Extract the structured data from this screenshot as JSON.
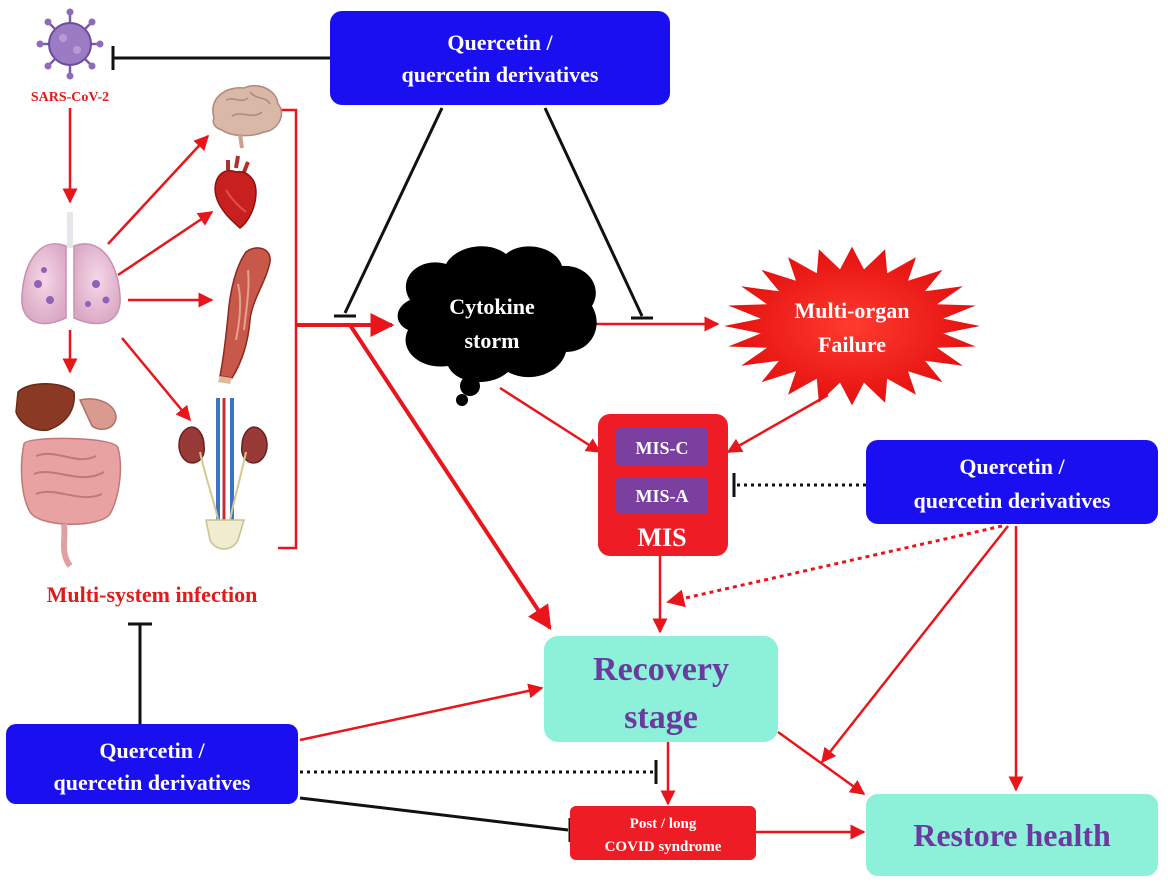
{
  "colors": {
    "inhibitor_box": "#1a0ff0",
    "activation_arrow": "#e8161b",
    "inhibition_line": "#111111",
    "mis_box": "#ee1c24",
    "mis_subbox": "#7b3fa0",
    "recovery_box": "#8df0d8",
    "recovery_text": "#6b3aa0",
    "infection_text": "#e11a1a",
    "cytokine_cloud": "#000000",
    "failure_burst": "#ee1010"
  },
  "virus": {
    "label": "SARS-CoV-2",
    "icon": "virus-icon"
  },
  "organs": [
    {
      "name": "lungs",
      "icon": "lungs-icon"
    },
    {
      "name": "brain",
      "icon": "brain-icon"
    },
    {
      "name": "heart",
      "icon": "heart-icon"
    },
    {
      "name": "muscle",
      "icon": "arm-muscle-icon"
    },
    {
      "name": "digestive",
      "icon": "digestive-system-icon"
    },
    {
      "name": "kidneys",
      "icon": "kidneys-icon"
    }
  ],
  "infection_label": "Multi-system infection",
  "quercetin_top": {
    "line1": "Quercetin /",
    "line2": "quercetin derivatives"
  },
  "quercetin_right": {
    "line1": "Quercetin /",
    "line2": "quercetin derivatives"
  },
  "quercetin_bottom": {
    "line1": "Quercetin /",
    "line2": "quercetin derivatives"
  },
  "cytokine": {
    "line1": "Cytokine",
    "line2": "storm"
  },
  "failure": {
    "line1": "Multi-organ",
    "line2": "Failure"
  },
  "mis": {
    "label": "MIS",
    "sub1": "MIS-C",
    "sub2": "MIS-A"
  },
  "recovery": {
    "line1": "Recovery",
    "line2": "stage"
  },
  "post_covid": {
    "line1": "Post / long",
    "line2": "COVID syndrome"
  },
  "restore": {
    "label": "Restore health"
  }
}
